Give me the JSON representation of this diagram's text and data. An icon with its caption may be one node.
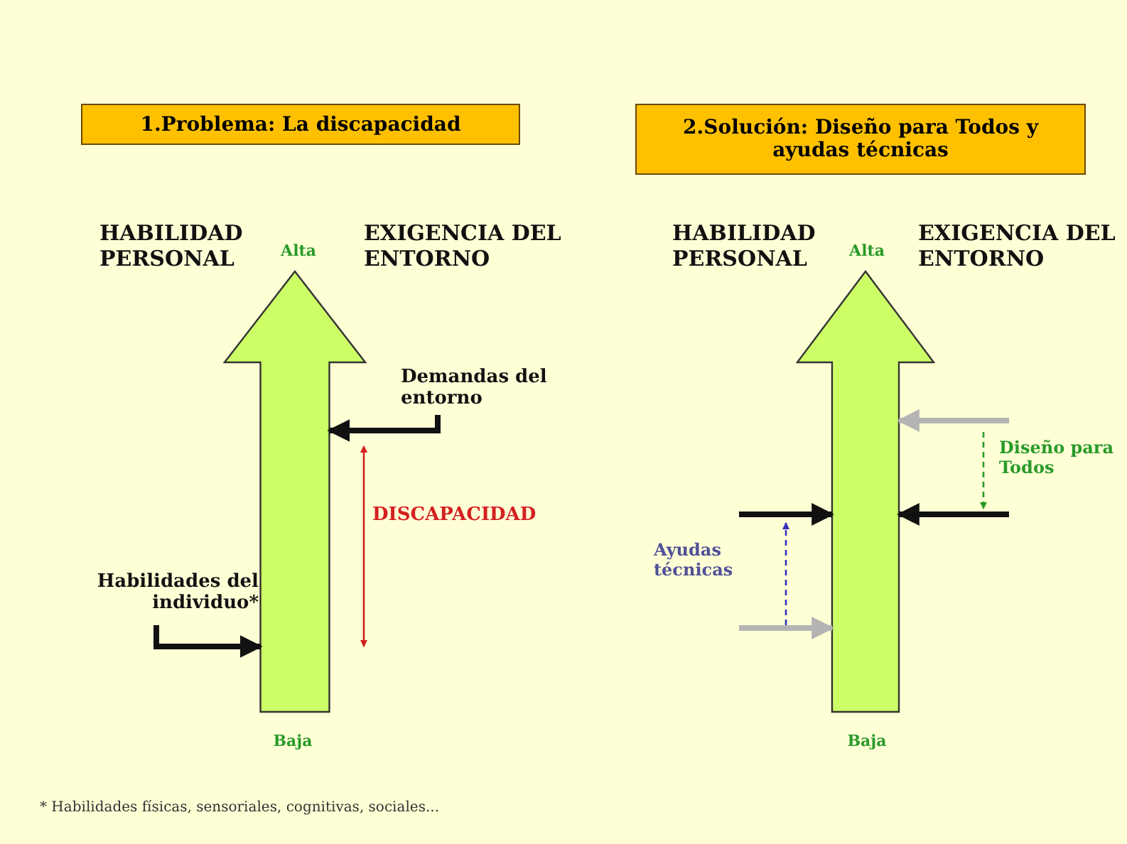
{
  "diagram": {
    "nodes": [
      {
        "text": [
          "1.Problema: La discapacidad"
        ]
      },
      {
        "text": [
          "2.Solución: Diseño para Todos y ayudas técnicas"
        ]
      },
      {
        "text": [],
        "shape": "arrow",
        "beside": [
          "DISCAPACIDAD"
        ]
      },
      {
        "text": [
          "Habilidades del individuo*"
        ]
      },
      {
        "text": [
          "Demandas del entorno"
        ]
      },
      {
        "text": [],
        "shape": "arrow"
      }
    ],
    "edges": [
      {
        "from": 3,
        "to": 2,
        "arrow": "to"
      },
      {
        "from": 4,
        "to": 2,
        "arrow": "to"
      },
      {
        "from": null,
        "to": 5,
        "arrow": "to",
        "color": "#b4b4b4"
      },
      {
        "from": null,
        "to": 5,
        "arrow": "to"
      },
      {
        "from": null,
        "to": 5,
        "arrow": "to"
      },
      {
        "from": null,
        "to": 5,
        "arrow": "to",
        "color": "#b4b4b4"
      }
    ],
    "labels": [
      "HABILIDAD PERSONAL",
      "Alta",
      "EXIGENCIA DEL ENTORNO",
      "Baja",
      "HABILIDAD PERSONAL",
      "Alta",
      "EXIGENCIA DEL ENTORNO",
      "Diseño para Todos",
      "Ayudas técnicas",
      "Baja",
      "* Habilidades físicas, sensoriales, cognitivas, sociales..."
    ]
  }
}
